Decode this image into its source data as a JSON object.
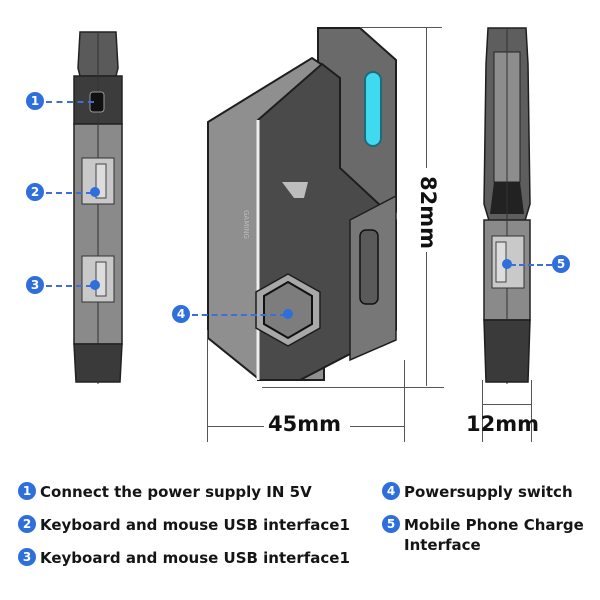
{
  "diagram": {
    "dimensions": {
      "height": "82mm",
      "width": "45mm",
      "depth": "12mm"
    },
    "logo_text": "GAMING",
    "callouts": [
      {
        "number": "1",
        "label": "Connect the power supply IN 5V"
      },
      {
        "number": "2",
        "label": "Keyboard and mouse USB interface1"
      },
      {
        "number": "3",
        "label": "Keyboard and mouse USB interface1"
      },
      {
        "number": "4",
        "label": "Powersupply switch"
      },
      {
        "number": "5",
        "label": "Mobile Phone Charge Interface"
      }
    ],
    "colors": {
      "accent_blue": "#2f6fdb",
      "led_cyan": "#3fd9f0",
      "device_dark": "#3a3a3a",
      "device_mid": "#6e6e6e",
      "device_light": "#9a9a9a"
    }
  }
}
